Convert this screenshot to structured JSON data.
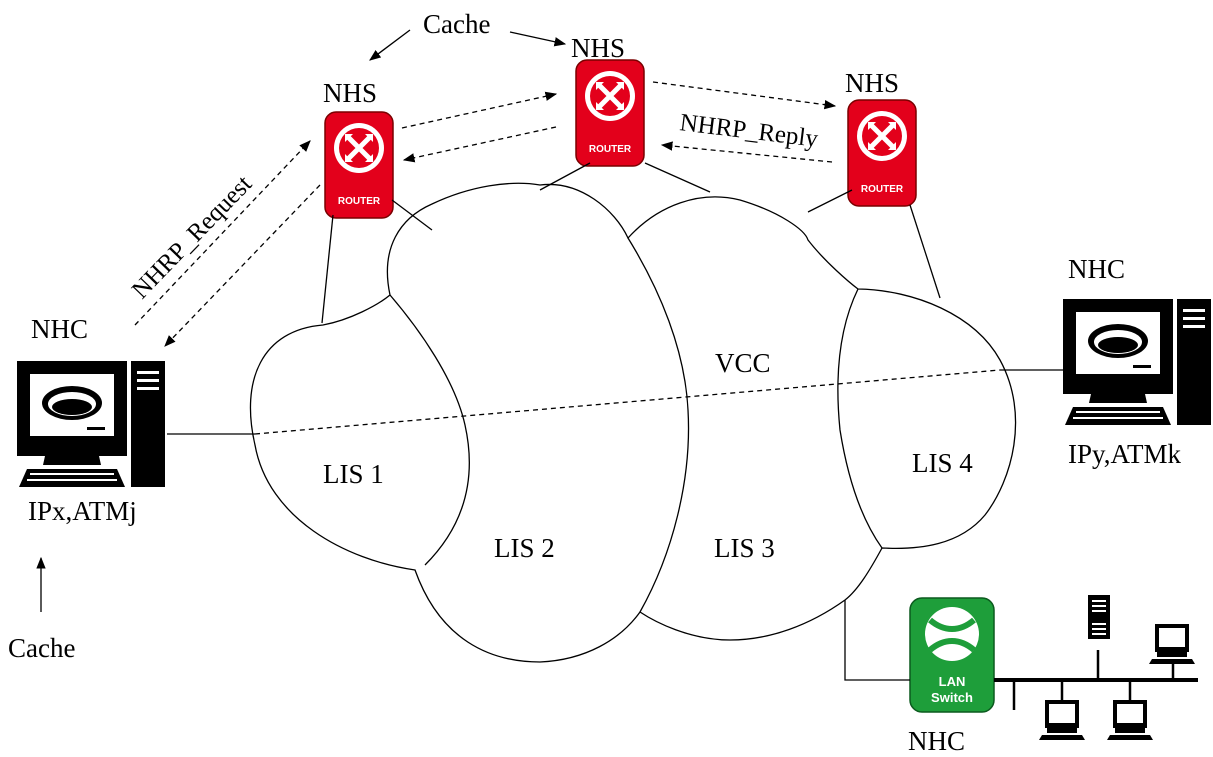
{
  "labels": {
    "cache_top": "Cache",
    "cache_bottom": "Cache",
    "nhs_left": "NHS",
    "nhs_mid": "NHS",
    "nhs_right": "NHS",
    "nhc_left": "NHC",
    "nhc_right": "NHC",
    "nhc_bottom": "NHC",
    "nhrp_request": "NHRP_Request",
    "nhrp_reply": "NHRP_Reply",
    "vcc": "VCC",
    "lis1": "LIS 1",
    "lis2": "LIS 2",
    "lis3": "LIS 3",
    "lis4": "LIS 4",
    "addr_left": "IPx,ATMj",
    "addr_right": "IPy,ATMk"
  },
  "device_labels": {
    "router": "ROUTER",
    "switch_line1": "LAN",
    "switch_line2": "Switch"
  },
  "colors": {
    "router": "#e3001b",
    "switch": "#1e9e3a"
  },
  "icons": [
    "router-icon",
    "lan-switch-icon",
    "computer-icon",
    "terminal-icon",
    "server-icon"
  ]
}
